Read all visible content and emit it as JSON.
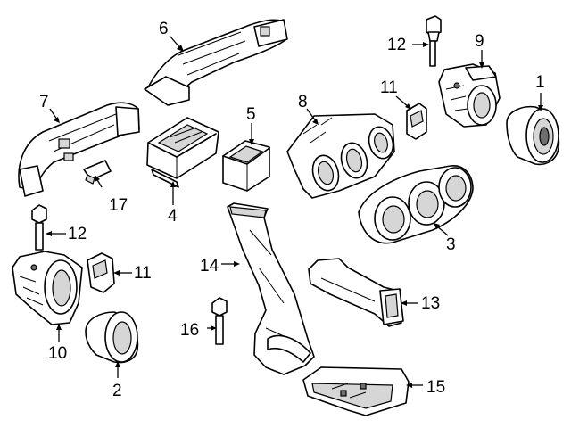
{
  "callouts": {
    "c1": "1",
    "c2": "2",
    "c3": "3",
    "c4": "4",
    "c5": "5",
    "c6": "6",
    "c7": "7",
    "c8": "8",
    "c9": "9",
    "c10": "10",
    "c11a": "11",
    "c11b": "11",
    "c12a": "12",
    "c12b": "12",
    "c13": "13",
    "c14": "14",
    "c15": "15",
    "c16": "16",
    "c17": "17"
  }
}
